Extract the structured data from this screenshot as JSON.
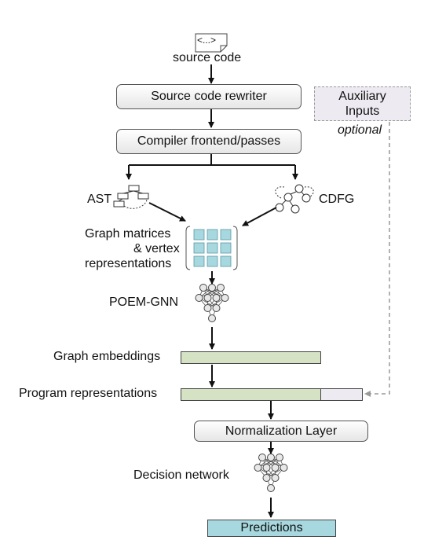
{
  "source": {
    "icon_text": "<...>",
    "label": "source code"
  },
  "rewriter": {
    "label": "Source code rewriter"
  },
  "compiler": {
    "label": "Compiler frontend/passes"
  },
  "auxiliary": {
    "line1": "Auxiliary",
    "line2": "Inputs",
    "note": "optional"
  },
  "ast": {
    "label": "AST"
  },
  "cdfg": {
    "label": "CDFG"
  },
  "matrices": {
    "line1": "Graph matrices",
    "line2": "& vertex",
    "line3": "representations"
  },
  "gnn": {
    "label": "POEM-GNN"
  },
  "embeddings": {
    "label": "Graph embeddings"
  },
  "program": {
    "label": "Program representations"
  },
  "normalization": {
    "label": "Normalization Layer"
  },
  "decision": {
    "label": "Decision network"
  },
  "predictions": {
    "label": "Predictions"
  },
  "colors": {
    "embedding_bar": "#d5e3c4",
    "aux_bar": "#eeeaf2",
    "matrix_cell": "#a7d8df",
    "predictions": "#a7d8df"
  }
}
